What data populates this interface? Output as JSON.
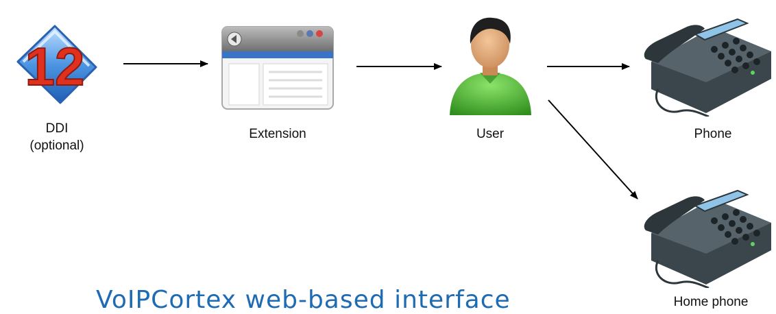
{
  "diagram": {
    "nodes": [
      {
        "id": "ddi",
        "label_line1": "DDI",
        "label_line2": "(optional)",
        "icon": "ddi-number-icon"
      },
      {
        "id": "extension",
        "label": "Extension",
        "icon": "browser-window-icon"
      },
      {
        "id": "user",
        "label": "User",
        "icon": "user-person-icon"
      },
      {
        "id": "phone",
        "label": "Phone",
        "icon": "desk-phone-icon"
      },
      {
        "id": "home_phone",
        "label": "Home phone",
        "icon": "desk-phone-icon"
      }
    ],
    "edges": [
      {
        "from": "ddi",
        "to": "extension"
      },
      {
        "from": "extension",
        "to": "user"
      },
      {
        "from": "user",
        "to": "phone"
      },
      {
        "from": "user",
        "to": "home_phone"
      }
    ],
    "ddi_icon_text": "12"
  },
  "footer": {
    "title": "VoIPCortex web-based interface"
  },
  "colors": {
    "footer_title": "#1d6bb3",
    "ddi_blue": "#3a7fd0",
    "ddi_number": "#e0301e",
    "user_shirt": "#3fae2a",
    "phone_body": "#3b464c",
    "browser_header": "#3a74c9"
  }
}
